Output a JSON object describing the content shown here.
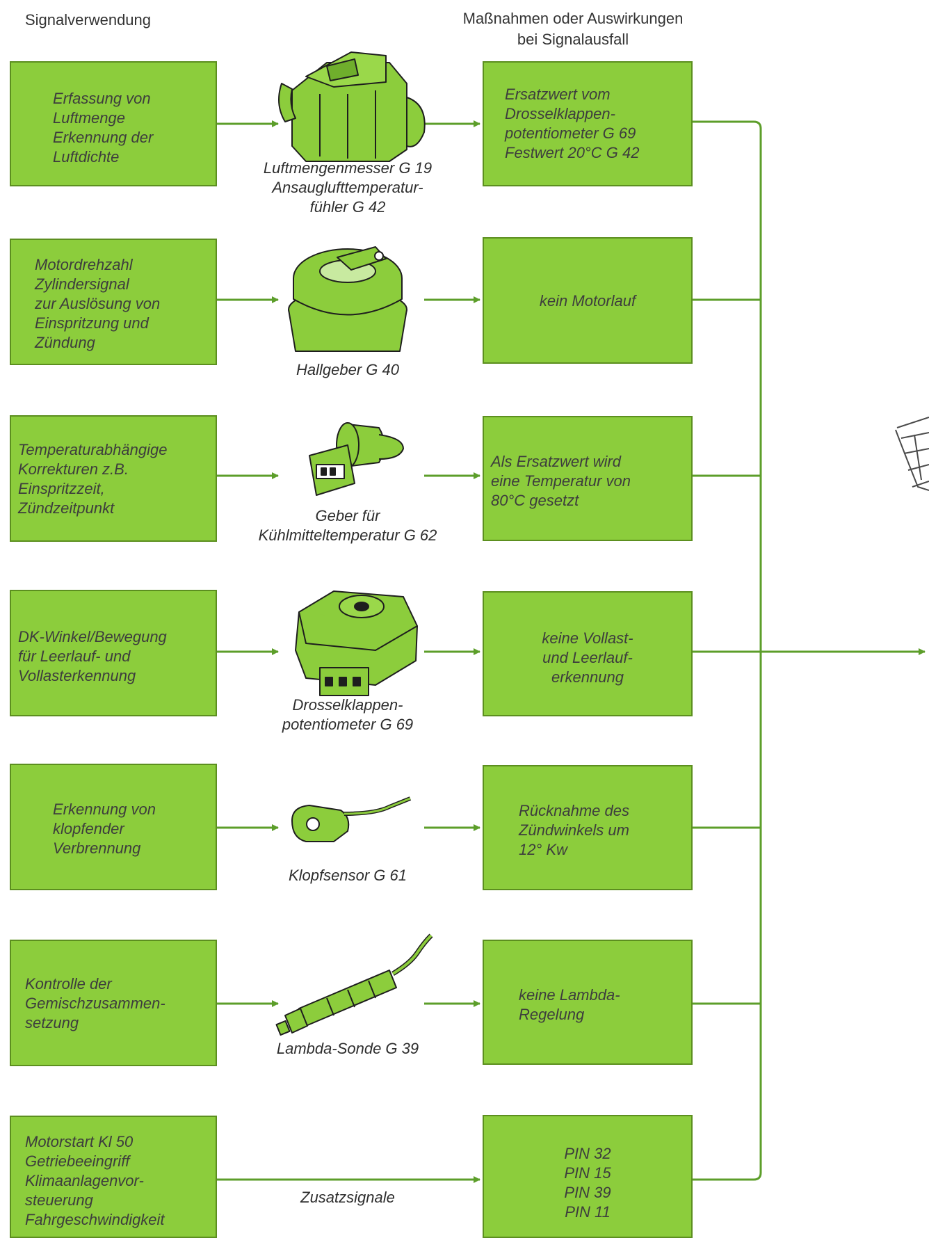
{
  "headers": {
    "signal_use": "Signalverwendung",
    "measures_line1": "Maßnahmen oder Auswirkungen",
    "measures_line2": "bei Signalausfall"
  },
  "rows": [
    {
      "use": [
        "Erfassung von",
        "Luftmenge",
        "Erkennung der",
        "Luftdichte"
      ],
      "sensor": [
        "Luftmengenmesser G 19",
        "Ansauglufttemperatur-",
        "fühler G 42"
      ],
      "fallback": [
        "Ersatzwert vom",
        "Drosselklappen-",
        "potentiometer G 69",
        "Festwert 20°C G 42"
      ]
    },
    {
      "use": [
        "Motordrehzahl",
        "Zylindersignal",
        "zur Auslösung von",
        "Einspritzung und",
        "Zündung"
      ],
      "sensor": [
        "Hallgeber G 40"
      ],
      "fallback": [
        "kein Motorlauf"
      ]
    },
    {
      "use": [
        "Temperaturabhängige",
        "Korrekturen z.B.",
        "Einspritzzeit,",
        "Zündzeitpunkt"
      ],
      "sensor": [
        "Geber für",
        "Kühlmitteltemperatur G 62"
      ],
      "fallback": [
        "Als Ersatzwert wird",
        "eine Temperatur von",
        "80°C gesetzt"
      ]
    },
    {
      "use": [
        "DK-Winkel/Bewegung",
        "für Leerlauf- und",
        "Vollasterkennung"
      ],
      "sensor": [
        "Drosselklappen-",
        "potentiometer G 69"
      ],
      "fallback": [
        "keine Vollast-",
        "und Leerlauf-",
        "erkennung"
      ]
    },
    {
      "use": [
        "Erkennung von",
        "klopfender",
        "Verbrennung"
      ],
      "sensor": [
        "Klopfsensor G 61"
      ],
      "fallback": [
        "Rücknahme des",
        "Zündwinkels um",
        "12° Kw"
      ]
    },
    {
      "use": [
        "Kontrolle der",
        "Gemischzusammen-",
        "setzung"
      ],
      "sensor": [
        "Lambda-Sonde G 39"
      ],
      "fallback": [
        "keine Lambda-",
        "Regelung"
      ]
    },
    {
      "use": [
        "Motorstart Kl 50",
        "Getriebeeingriff",
        "Klimaanlagenvor-",
        "steuerung",
        "Fahrgeschwindigkeit"
      ],
      "sensor": [
        "Zusatzsignale"
      ],
      "fallback": [
        "PIN 32",
        "PIN 15",
        "PIN 39",
        "PIN 11"
      ]
    }
  ],
  "colors": {
    "box_fill": "#8ccd3c",
    "box_border": "#5c8f1f",
    "connector": "#5c9e2a",
    "sensor_fill": "#8ccd3c"
  },
  "icons": [
    "air-flow-meter-icon",
    "hall-sender-icon",
    "coolant-temperature-sender-icon",
    "throttle-potentiometer-icon",
    "knock-sensor-icon",
    "lambda-probe-icon",
    "control-unit-icon"
  ]
}
